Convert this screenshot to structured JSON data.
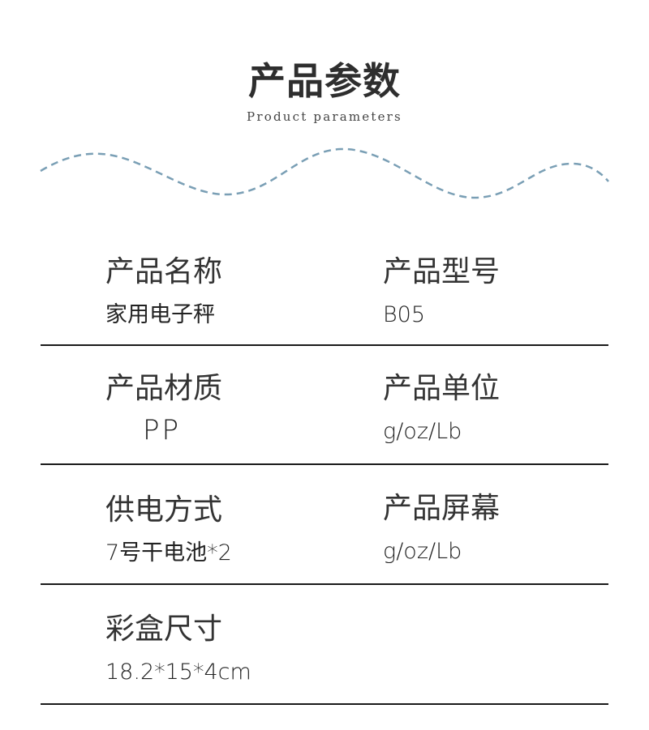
{
  "header": {
    "title": "产品参数",
    "subtitle": "Product parameters",
    "wave_color": "#7a9fb5"
  },
  "params": [
    {
      "label": "产品名称",
      "value": "家用电子秤"
    },
    {
      "label": "产品型号",
      "value": "B05"
    },
    {
      "label": "产品材质",
      "value": "PP"
    },
    {
      "label": "产品单位",
      "value": "g/oz/Lb"
    },
    {
      "label": "供电方式",
      "value": "7号干电池*2"
    },
    {
      "label": "产品屏幕",
      "value": "g/oz/Lb"
    },
    {
      "label": "彩盒尺寸",
      "value": "18.2*15*4cm"
    }
  ]
}
